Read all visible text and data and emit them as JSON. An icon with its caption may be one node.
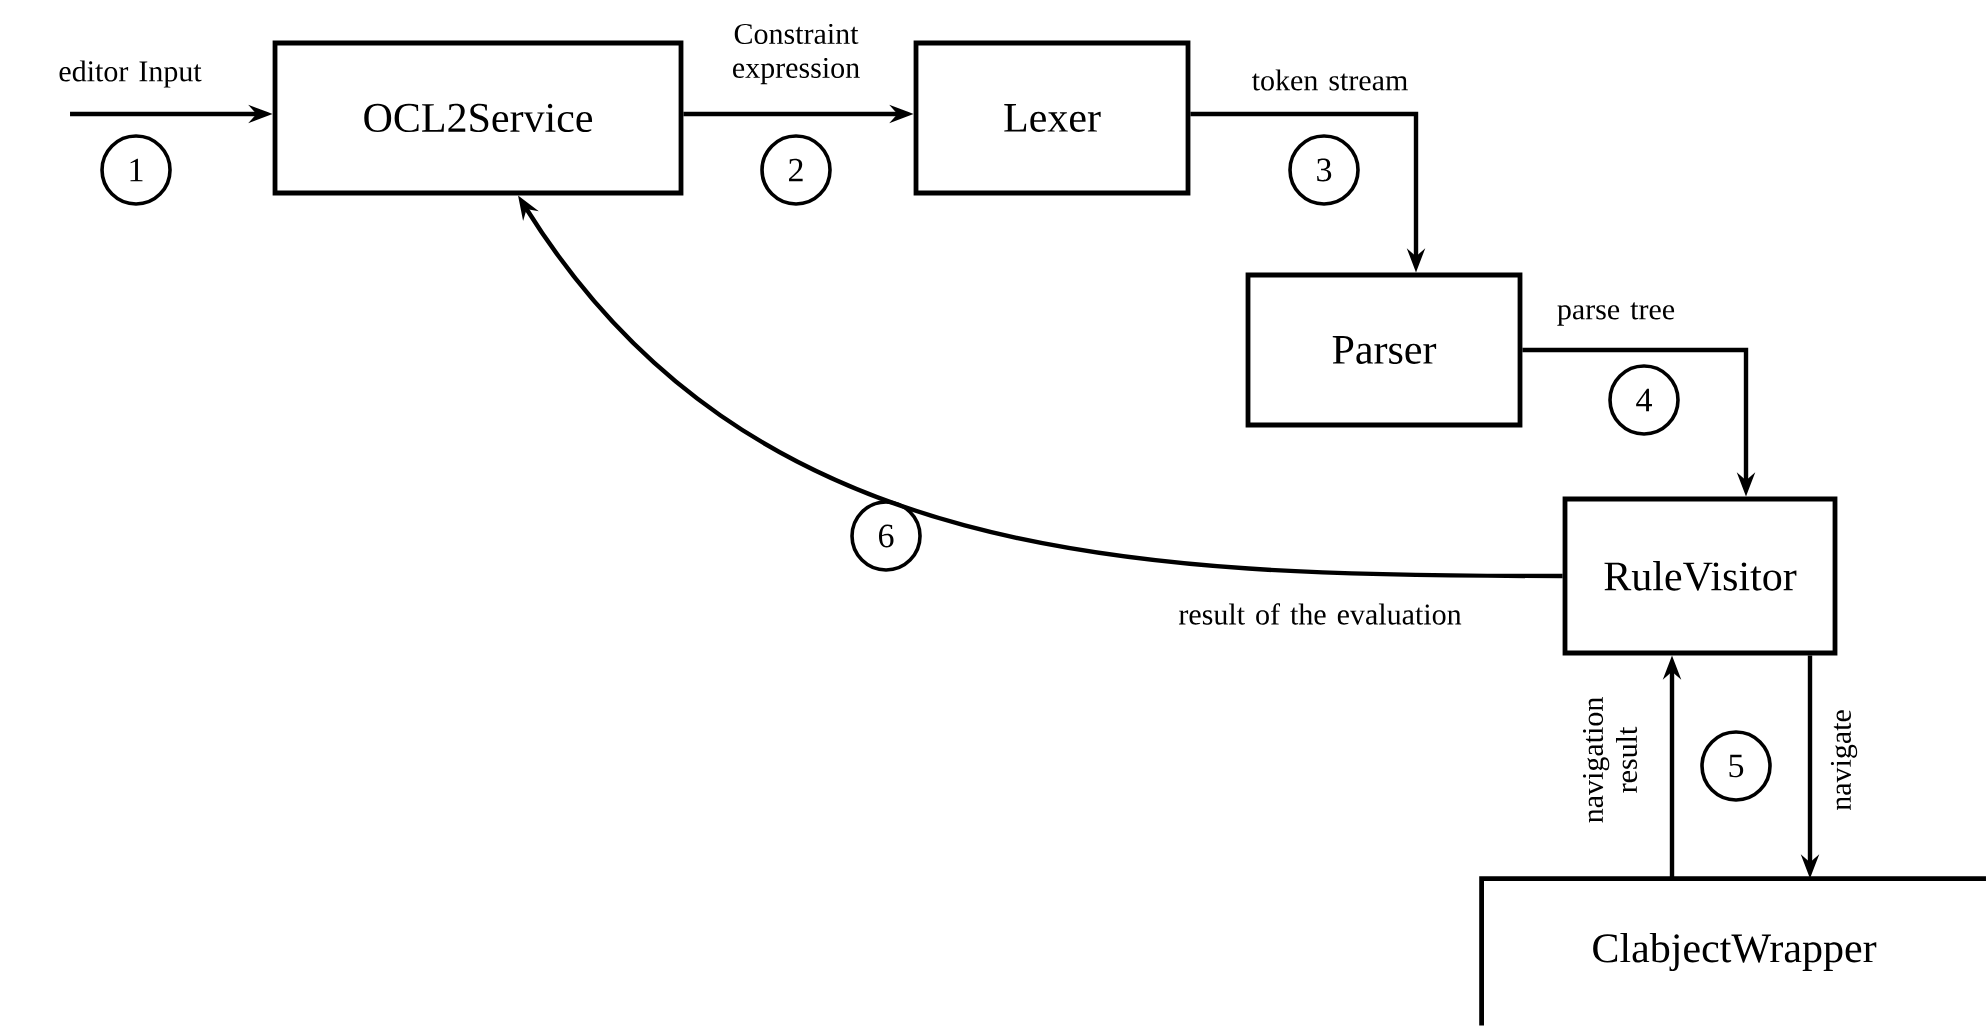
{
  "diagram": {
    "nodes": [
      {
        "text": [
          "OCL2Service"
        ]
      },
      {
        "text": [
          "Lexer"
        ]
      },
      {
        "text": [
          "Parser"
        ]
      },
      {
        "text": [
          "RuleVisitor"
        ]
      },
      {
        "text": [
          "ClabjectWrapper"
        ]
      }
    ],
    "edges": [
      {
        "from": null,
        "to": 0,
        "arrow": "to",
        "label": "editor Input"
      },
      {
        "from": 0,
        "to": 1,
        "arrow": "to",
        "label": "Constraint expression"
      },
      {
        "from": 1,
        "to": 2,
        "arrow": "to",
        "label": "token stream"
      },
      {
        "from": 2,
        "to": 3,
        "arrow": "to",
        "label": "parse tree"
      },
      {
        "from": 3,
        "to": 4,
        "arrow": "to",
        "label": "navigate"
      },
      {
        "from": 4,
        "to": 3,
        "arrow": "to",
        "label": "navigation result"
      },
      {
        "from": 3,
        "to": 0,
        "arrow": "to",
        "label": "result of the evaluation"
      }
    ],
    "labels": [
      "1",
      "2",
      "3",
      "4",
      "5",
      "6"
    ]
  }
}
